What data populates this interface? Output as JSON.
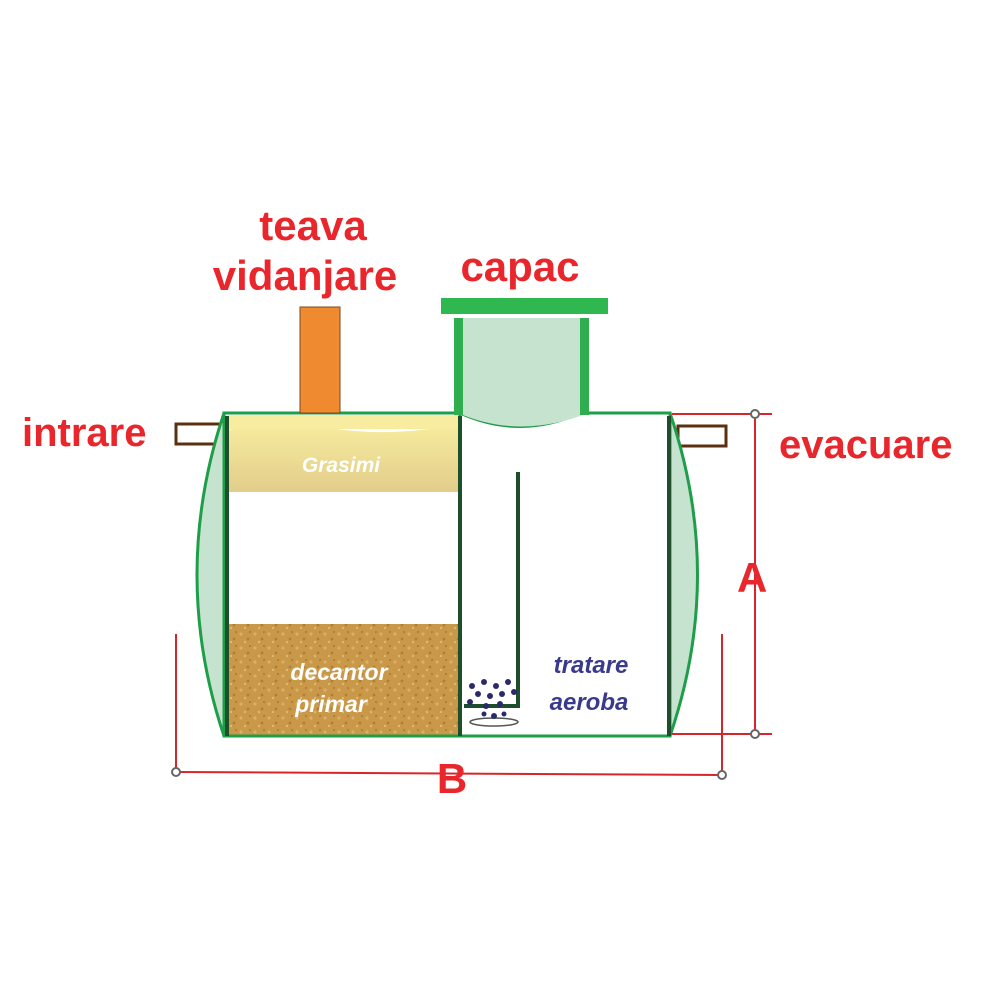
{
  "labels": {
    "vent_pipe_line1": "teava",
    "vent_pipe_line2": "vidanjare",
    "lid": "capac",
    "inlet": "intrare",
    "outlet": "evacuare",
    "dimension_height": "A",
    "dimension_length": "B",
    "grease": "Grasimi",
    "settler_line1": "decantor",
    "settler_line2": "primar",
    "aerobic_line1": "tratare",
    "aerobic_line2": "aeroba"
  },
  "colors": {
    "label_red": "#e8262b",
    "tank_outline": "#1f9e4a",
    "tank_end_fill": "#c6e3cf",
    "partition": "#1d4f2c",
    "vent_pipe": "#f08a30",
    "grease_top": "#f5e79c",
    "grease_bottom": "#e3cf8c",
    "sludge": "#c99a4c",
    "aerobic_text": "#3a3a8c",
    "bubbles": "#2a2a6a",
    "pipe_stub": "#5a3010",
    "dimension_line": "#d6262b"
  }
}
